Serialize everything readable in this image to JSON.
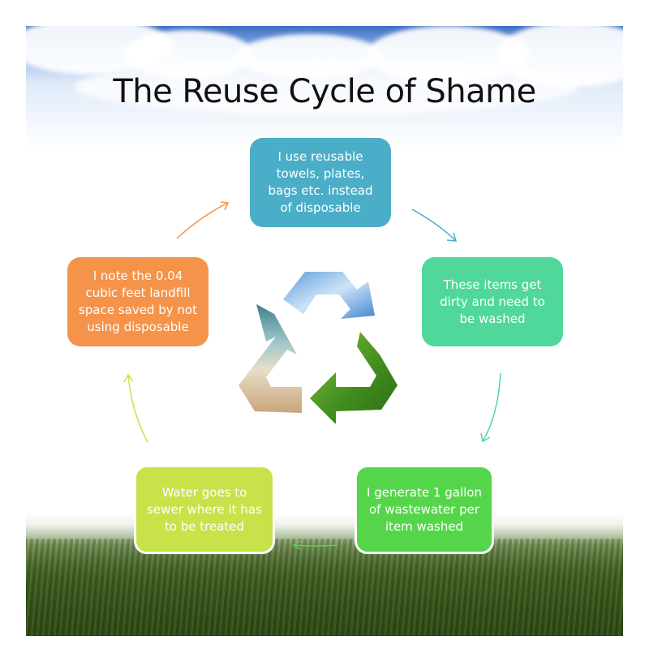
{
  "title": "The Reuse Cycle of Shame",
  "colors": {
    "step_1": "#4aaec8",
    "step_2": "#4fd89a",
    "step_3": "#55d64a",
    "step_4": "#c8e24a",
    "step_5": "#f5934a"
  },
  "steps": [
    {
      "text": "I use reusable\ntowels, plates,\nbags etc. instead\nof disposable"
    },
    {
      "text": "These items get\ndirty and need to\nbe washed"
    },
    {
      "text": "I generate 1 gallon\nof wastewater per\nitem washed"
    },
    {
      "text": "Water goes to\nsewer where it has\nto be treated"
    },
    {
      "text": "I note the 0.04\ncubic feet landfill\nspace saved by not\nusing disposable"
    }
  ],
  "center_icon": "recycle-icon"
}
